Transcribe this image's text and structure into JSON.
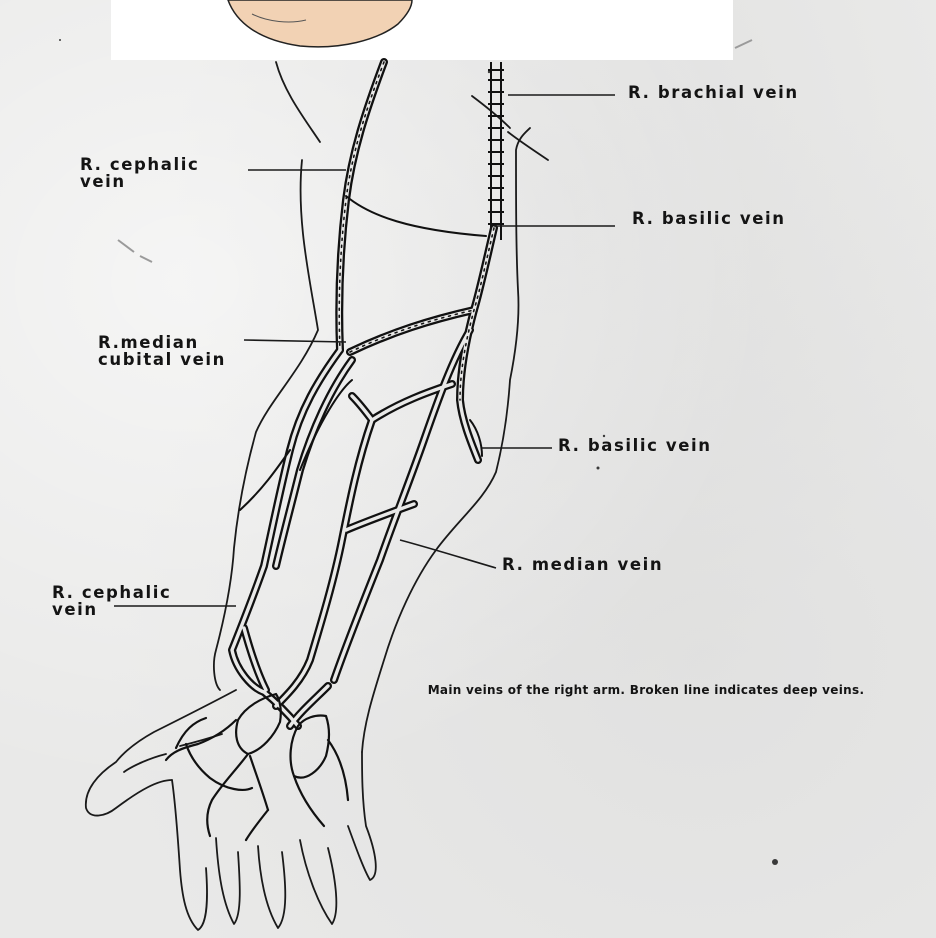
{
  "diagram": {
    "labels": {
      "brachial": "R. brachial vein",
      "cephalic_upper": "R. cephalic\nvein",
      "basilic_upper": "R. basilic vein",
      "median_cubital": "R.median\ncubital vein",
      "basilic_lower": "R. basilic vein",
      "median": "R. median vein",
      "cephalic_lower": "R. cephalic\nvein"
    },
    "caption": "Main veins of the right arm. Broken line indicates deep veins."
  }
}
